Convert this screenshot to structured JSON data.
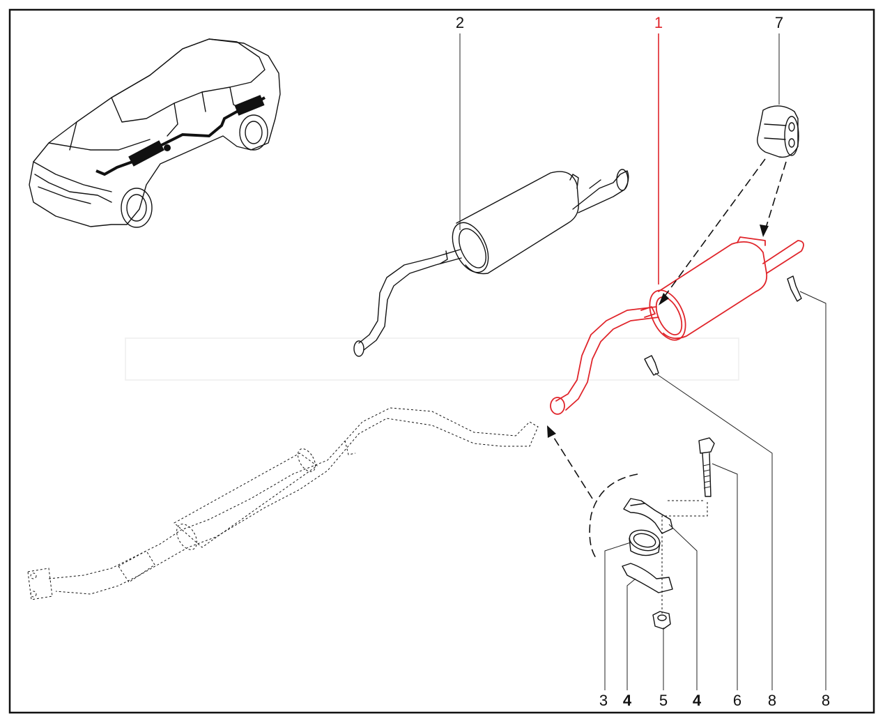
{
  "diagram": {
    "callouts": {
      "c1": "1",
      "c2": "2",
      "c7": "7",
      "c3": "3",
      "c4a": "4",
      "c5": "5",
      "c4b": "4",
      "c6": "6",
      "c8a": "8",
      "c8b": "8"
    },
    "colors": {
      "highlight": "#e0242a",
      "line": "#111111",
      "background": "#ffffff"
    }
  }
}
